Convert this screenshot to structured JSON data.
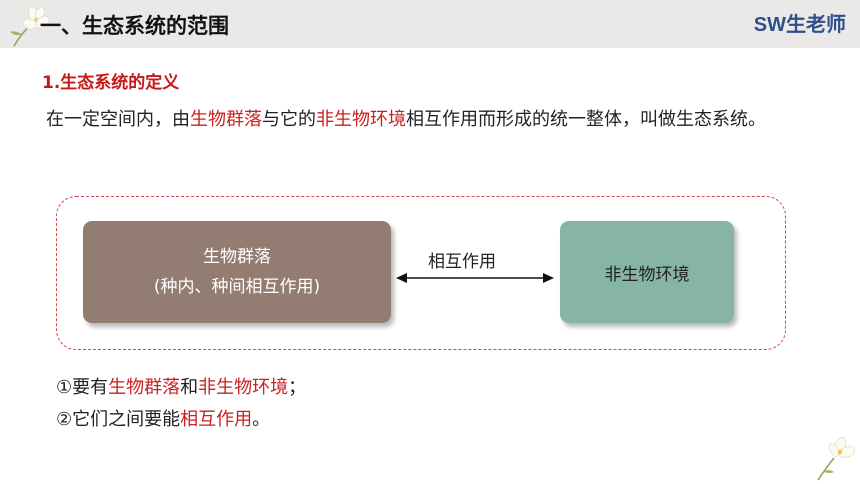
{
  "header": {
    "title": "一、生态系统的范围",
    "teacher": "SW生老师"
  },
  "section": {
    "heading": "1.生态系统的定义",
    "definition": {
      "part1": "在一定空间内，由",
      "term1": "生物群落",
      "part2": "与它的",
      "term2": "非生物环境",
      "part3": "相互作用而形成的统一整体，叫做生态系统。"
    }
  },
  "diagram": {
    "left_box": {
      "line1": "生物群落",
      "line2": "(种内、种间相互作用)"
    },
    "arrow_label": "相互作用",
    "right_box": "非生物环境"
  },
  "points": {
    "p1": {
      "prefix": "①要有",
      "term1": "生物群落",
      "mid": "和",
      "term2": "非生物环境",
      "suffix": "；"
    },
    "p2": {
      "prefix": "②它们之间要能",
      "term": "相互作用",
      "suffix": "。"
    }
  },
  "colors": {
    "accent_red": "#cc1f1f",
    "left_box": "#937c72",
    "right_box": "#86b5a4",
    "teacher_blue": "#2f4e8c"
  }
}
